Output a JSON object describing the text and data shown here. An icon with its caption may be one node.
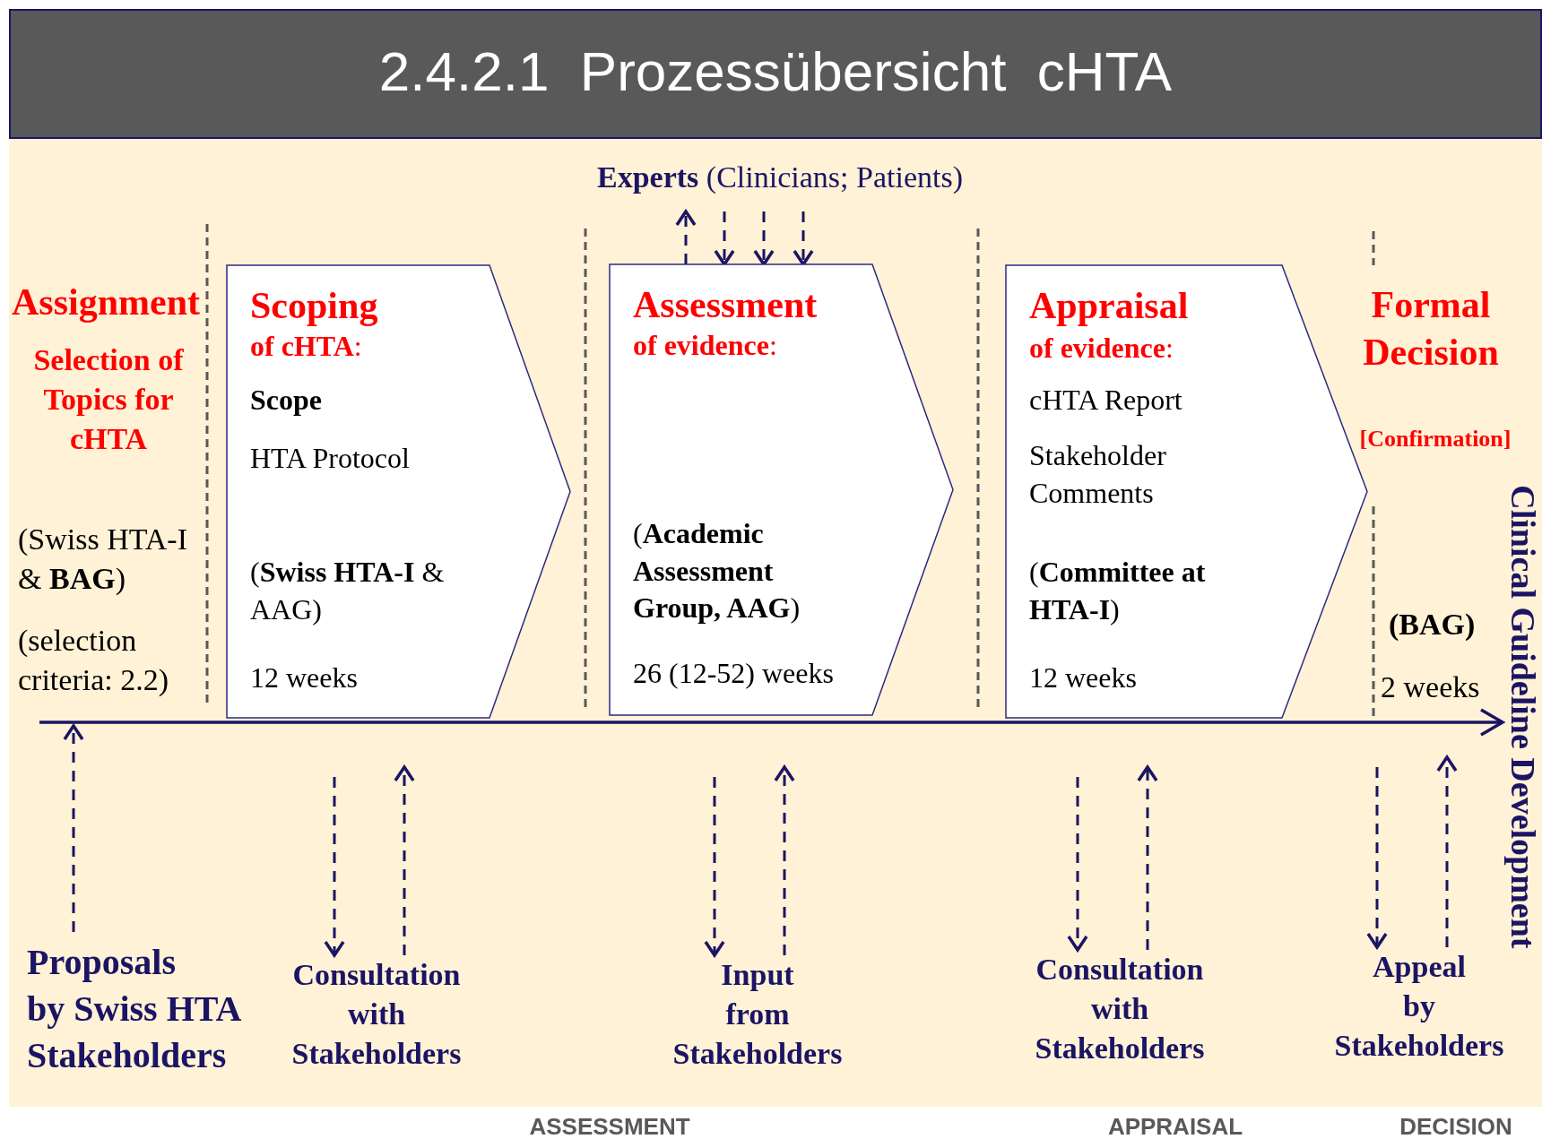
{
  "diagram": {
    "title": "2.4.2.1  Prozessübersicht  cHTA",
    "nodes": [
      {
        "text": [
          "Scoping",
          "**of cHTA**:",
          "Scope",
          "HTA Protocol",
          "(**Swiss HTA-I** & AAG)",
          "12 weeks"
        ]
      },
      {
        "text": [
          "Assessment",
          "**of evidence**:",
          "(**Academic Assessment Group, AAG**)",
          "26 (12-52) weeks"
        ]
      },
      {
        "text": [
          "Appraisal",
          "**of evidence**:",
          "cHTA Report",
          "Stakeholder Comments",
          "(**Committee at HTA-I**)",
          "12 weeks"
        ]
      },
      {
        "text": [
          "**Experts** (Clinicians; Patients)"
        ]
      },
      {
        "text": [
          "Proposals by Swiss HTA Stakeholders"
        ]
      },
      {
        "text": [
          "Consultation with Stakeholders"
        ]
      },
      {
        "text": [
          "Input from Stakeholders"
        ]
      },
      {
        "text": [
          "Consultation with Stakeholders"
        ]
      },
      {
        "text": [
          "Appeal by Stakeholders"
        ]
      }
    ],
    "edges": [
      {
        "from": 1,
        "to": 3,
        "arrow": "to",
        "style": "dashed"
      },
      {
        "from": 3,
        "to": 1,
        "arrow": "to",
        "style": "dashed"
      },
      {
        "from": 3,
        "to": 1,
        "arrow": "to",
        "style": "dashed"
      },
      {
        "from": 3,
        "to": 1,
        "arrow": "to",
        "style": "dashed"
      },
      {
        "from": 4,
        "to": null,
        "arrow": "to",
        "style": "dashed"
      },
      {
        "from": null,
        "to": 5,
        "arrow": "to",
        "style": "dashed"
      },
      {
        "from": 5,
        "to": null,
        "arrow": "to",
        "style": "dashed"
      },
      {
        "from": null,
        "to": 6,
        "arrow": "to",
        "style": "dashed"
      },
      {
        "from": 6,
        "to": null,
        "arrow": "to",
        "style": "dashed"
      },
      {
        "from": null,
        "to": 7,
        "arrow": "to",
        "style": "dashed"
      },
      {
        "from": 7,
        "to": null,
        "arrow": "to",
        "style": "dashed"
      },
      {
        "from": null,
        "to": 8,
        "arrow": "to",
        "style": "dashed"
      },
      {
        "from": 8,
        "to": null,
        "arrow": "to",
        "style": "dashed"
      }
    ],
    "labels": [
      "Assignment",
      "Selection of Topics for cHTA",
      "(Swiss HTA-I & **BAG**)",
      "(selection criteria: 2.2)",
      "Formal Decision",
      "[Confirmation]",
      "(BAG)",
      "2 weeks",
      "Clinical Guideline Development",
      "ASSESSMENT",
      "APPRAISAL",
      "DECISION"
    ]
  }
}
